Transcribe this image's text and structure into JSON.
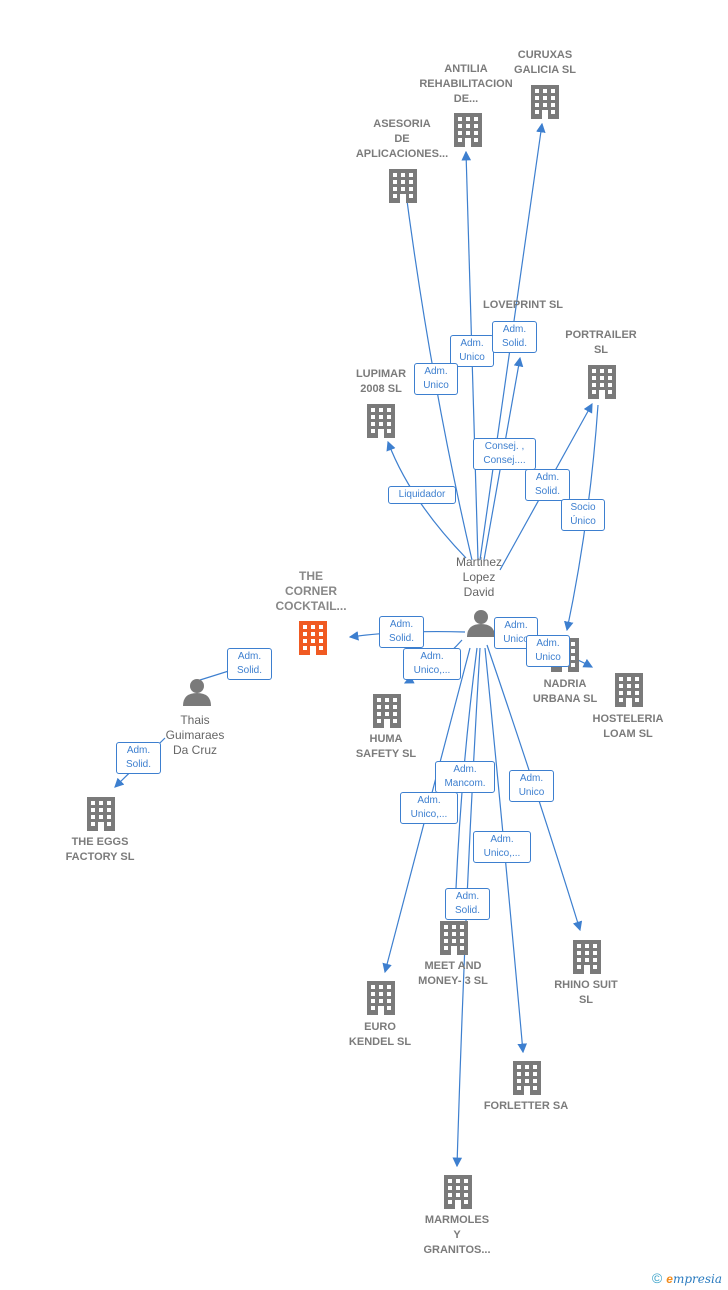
{
  "colors": {
    "edge": "#3d7fcf",
    "building": "#7a7a7a",
    "main_building": "#f05a22",
    "person": "#7a7a7a"
  },
  "main_company": {
    "label": "THE\nCORNER\nCOCKTAIL..."
  },
  "persons": {
    "martinez": {
      "label": "Martinez\nLopez\nDavid"
    },
    "thais": {
      "label": "Thais\nGuimaraes\nDa Cruz"
    }
  },
  "companies": {
    "curuxas": "CURUXAS\nGALICIA SL",
    "antilia": "ANTILIA\nREHABILITACION\nDE...",
    "asesoria": "ASESORIA\nDE\nAPLICACIONES...",
    "loveprint": "LOVEPRINT  SL",
    "portrailer": "PORTRAILER\nSL",
    "lupimar": "LUPIMAR\n2008 SL",
    "nadria": "NADRIA\nURBANA  SL",
    "hosteleria": "HOSTELERIA\nLOAM SL",
    "huma": "HUMA\nSAFETY  SL",
    "eggs": "THE EGGS\nFACTORY  SL",
    "meet": "MEET AND\nMONEY- 3  SL",
    "rhino": "RHINO SUIT\nSL",
    "euro": "EURO\nKENDEL  SL",
    "forletter": "FORLETTER SA",
    "marmoles": "MARMOLES\nY\nGRANITOS..."
  },
  "edge_labels": {
    "antilia": "Adm.\nUnico",
    "loveprint": "Adm.\nSolid.",
    "asesoria": "Adm.\nUnico",
    "consej": "Consej. ,\nConsej....",
    "portrailer": "Adm.\nSolid.",
    "lupimar": "Liquidador",
    "socio": "Socio\nÚnico",
    "main": "Adm.\nSolid.",
    "huma": "Adm.\nUnico,...",
    "nadria": "Adm.\nUnico",
    "hosteleria": "Adm.\nUnico",
    "thais_main": "Adm.\nSolid.",
    "thais_eggs": "Adm.\nSolid.",
    "mancom": "Adm.\nMancom.",
    "rhino": "Adm.\nUnico",
    "euro": "Adm.\nUnico,...",
    "forletter": "Adm.\nUnico,...",
    "meet": "Adm.\nSolid."
  },
  "footer": {
    "copyright": "©",
    "brand_e": "e",
    "brand_rest": "mpresia"
  }
}
